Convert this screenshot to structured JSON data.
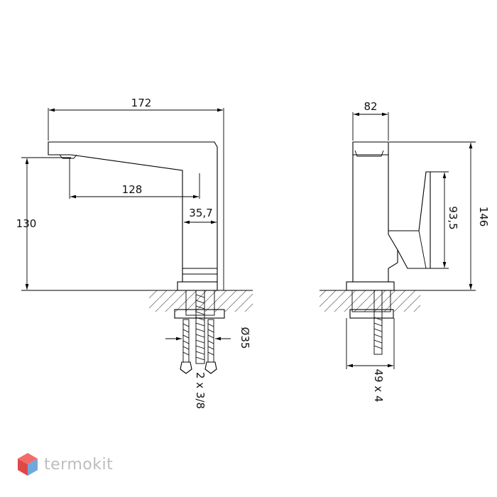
{
  "dimensions": {
    "width_total": "172",
    "spout_reach": "128",
    "height_spout": "130",
    "body_depth": "35,7",
    "side_width": "82",
    "side_height": "146",
    "handle_height": "93,5",
    "base_diameter": "Ø35",
    "hoses": "2 x 3/8",
    "stud": "49 x 4"
  },
  "brand": {
    "name": "termokit",
    "colors": {
      "cube_top": "#f26b6b",
      "cube_left": "#e04848",
      "cube_right": "#6fa8dc"
    }
  }
}
